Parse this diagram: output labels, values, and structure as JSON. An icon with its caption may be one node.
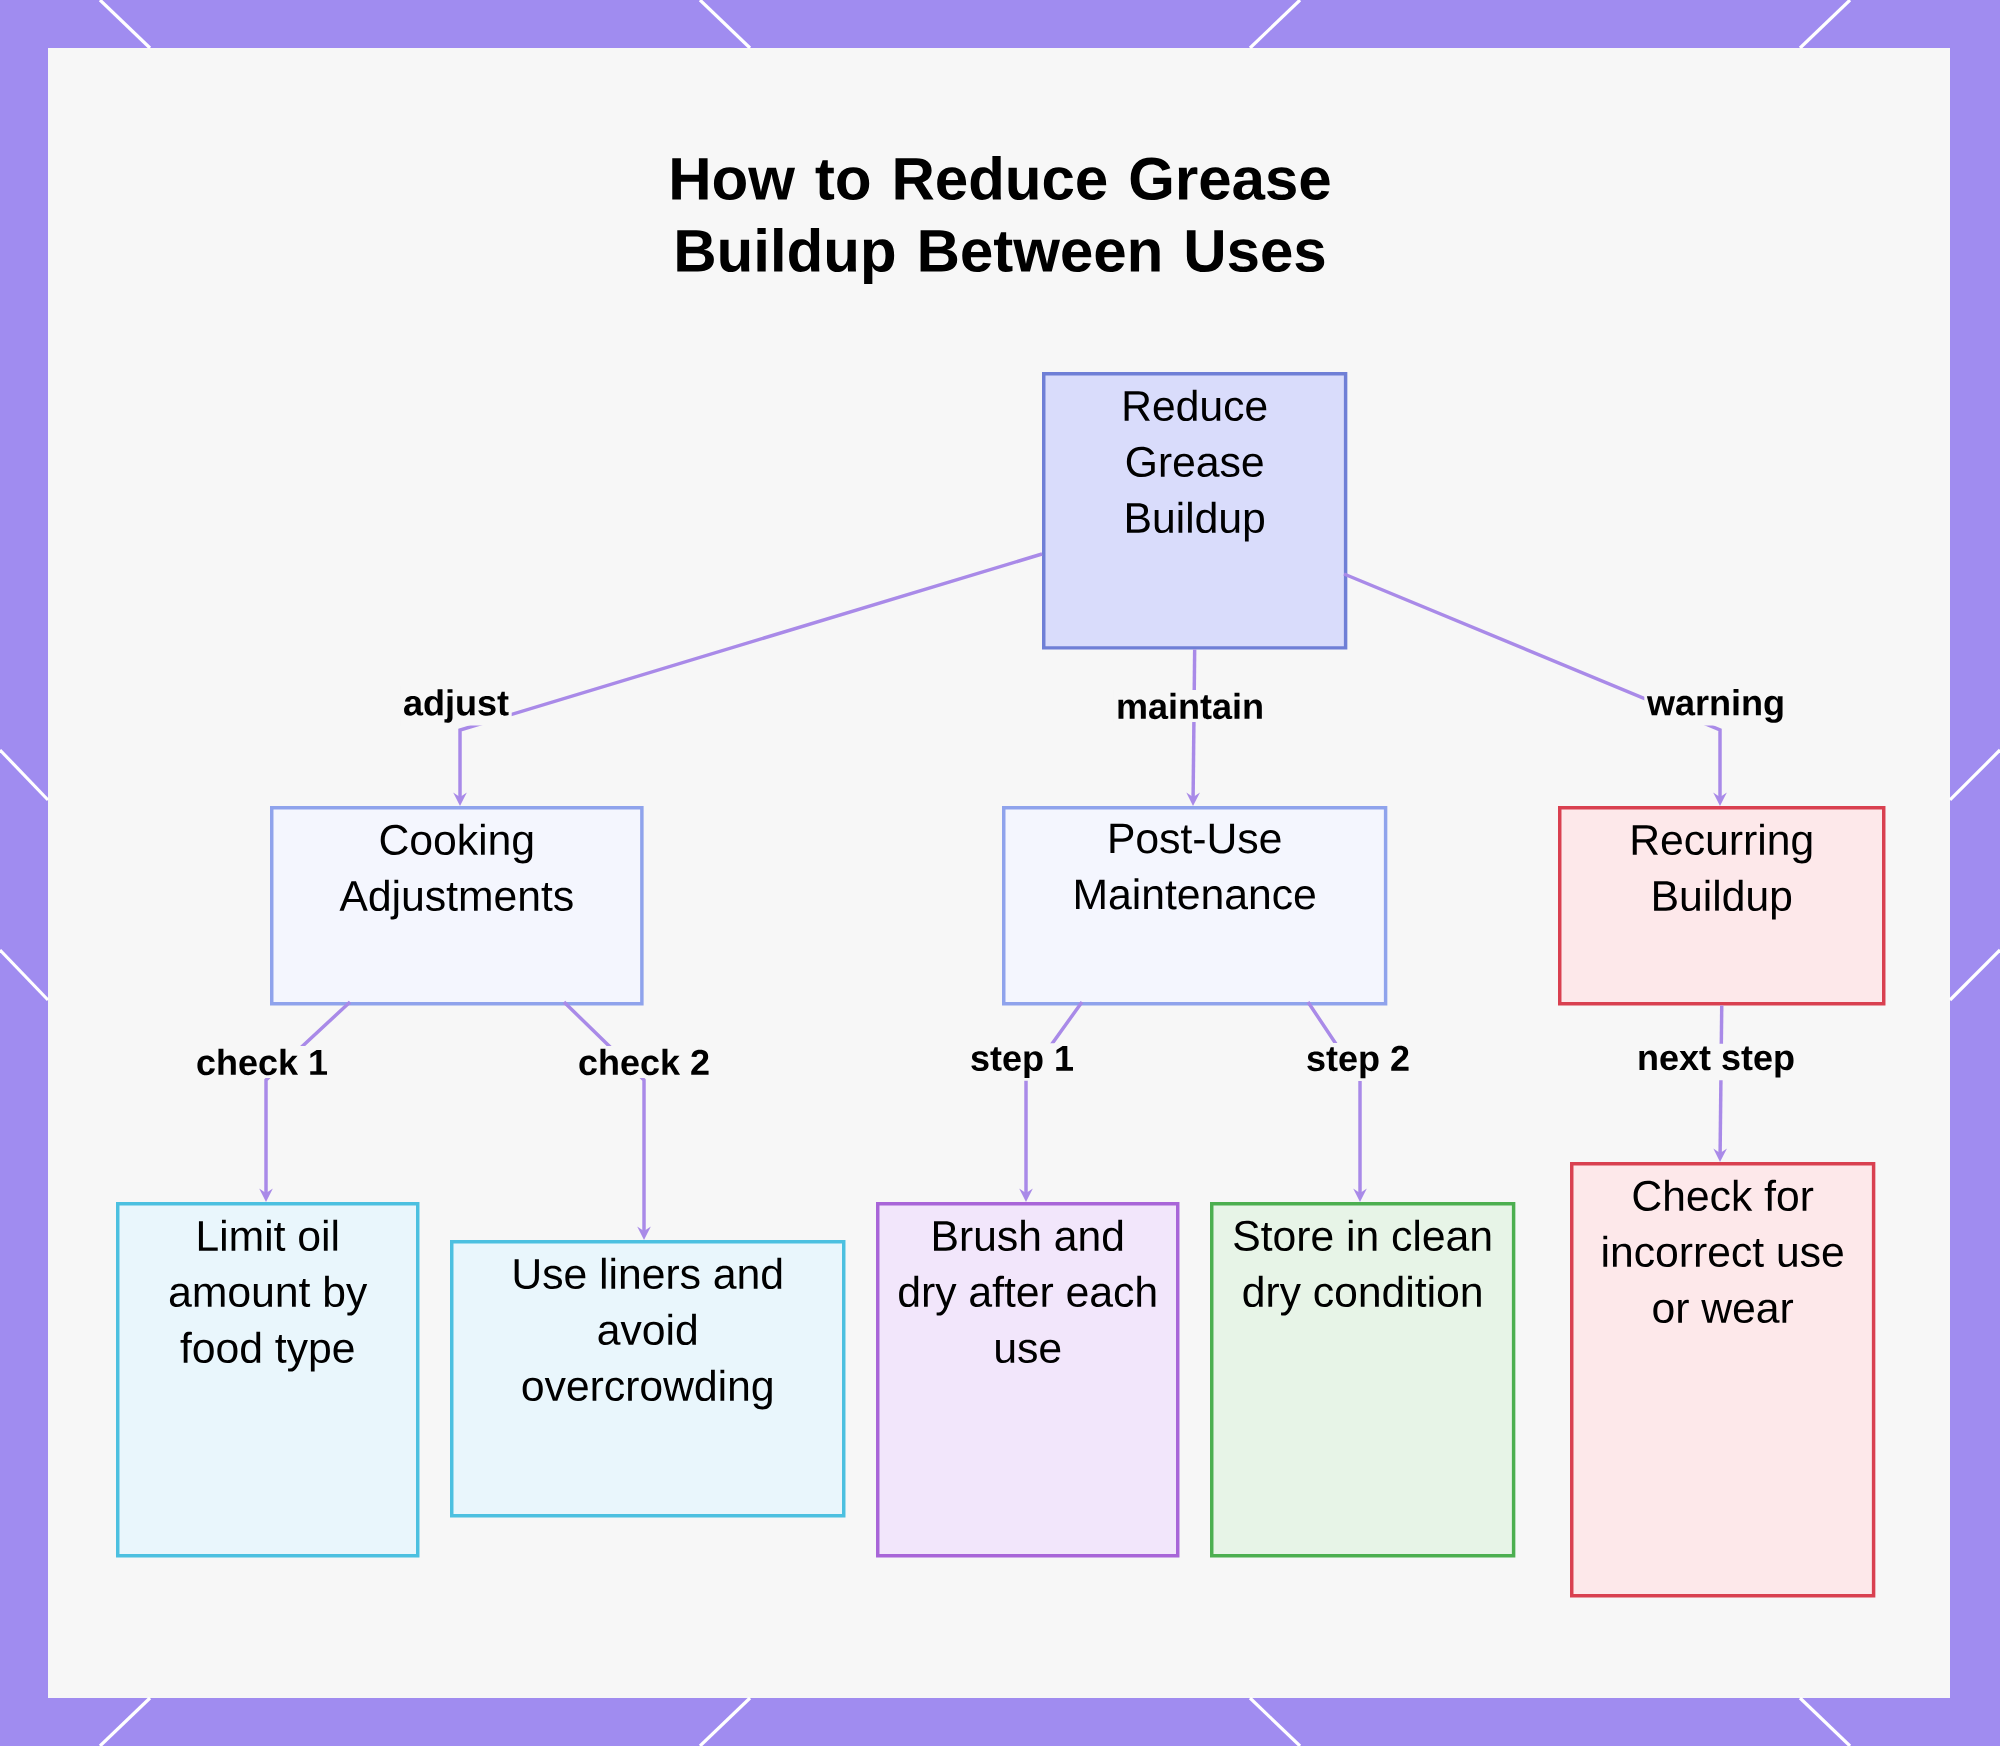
{
  "diagram": {
    "title": "How to Reduce Grease Buildup Between Uses",
    "nodes": [
      {
        "text": [
          "Reduce Grease Buildup"
        ]
      },
      {
        "text": [
          "Cooking Adjustments"
        ]
      },
      {
        "text": [
          "Post-Use Maintenance"
        ]
      },
      {
        "text": [
          "Recurring Buildup"
        ]
      },
      {
        "text": [
          "Limit oil amount by food type"
        ]
      },
      {
        "text": [
          "Use liners and avoid overcrowding"
        ]
      },
      {
        "text": [
          "Brush and dry after each use"
        ]
      },
      {
        "text": [
          "Store in clean dry condition"
        ]
      },
      {
        "text": [
          "Check for incorrect use or wear"
        ]
      }
    ],
    "edges": [
      {
        "from": 0,
        "to": 1,
        "arrow": "to",
        "label": "adjust"
      },
      {
        "from": 0,
        "to": 2,
        "arrow": "to",
        "label": "maintain"
      },
      {
        "from": 0,
        "to": 3,
        "arrow": "to",
        "label": "warning"
      },
      {
        "from": 1,
        "to": 4,
        "arrow": "to",
        "label": "check 1"
      },
      {
        "from": 1,
        "to": 5,
        "arrow": "to",
        "label": "check 2"
      },
      {
        "from": 2,
        "to": 6,
        "arrow": "to",
        "label": "step 1"
      },
      {
        "from": 2,
        "to": 7,
        "arrow": "to",
        "label": "step 2"
      },
      {
        "from": 3,
        "to": 8,
        "arrow": "to",
        "label": "next step"
      }
    ]
  }
}
